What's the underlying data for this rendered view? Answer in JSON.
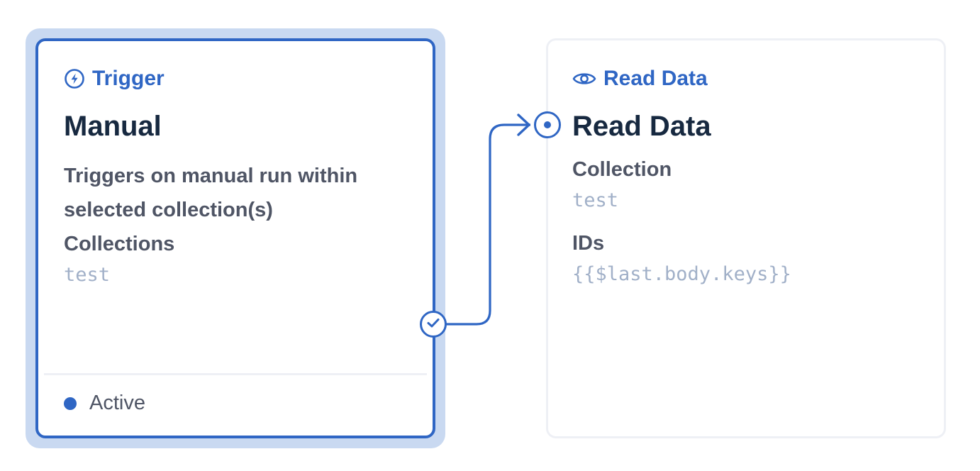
{
  "trigger_node": {
    "type_label": "Trigger",
    "type_icon": "lightning-bolt-icon",
    "title": "Manual",
    "description": "Triggers on manual run within selected collection(s)",
    "field_label": "Collections",
    "field_value": "test",
    "status": "Active",
    "selected": true
  },
  "read_node": {
    "type_label": "Read Data",
    "type_icon": "eye-icon",
    "title": "Read Data",
    "fields": [
      {
        "label": "Collection",
        "value": "test"
      },
      {
        "label": "IDs",
        "value": "{{$last.body.keys}}"
      }
    ]
  },
  "connection": {
    "from_port_icon": "check-icon",
    "to_port_icon": "input-dot-icon",
    "arrow_icon": "chevron-right-icon"
  },
  "colors": {
    "accent": "#2f66c4",
    "selection_halo": "#c9d9f1",
    "title_text": "#172940",
    "body_text": "#4f5565",
    "muted_value": "#a1b0c8",
    "card_border": "#eef0f5"
  }
}
